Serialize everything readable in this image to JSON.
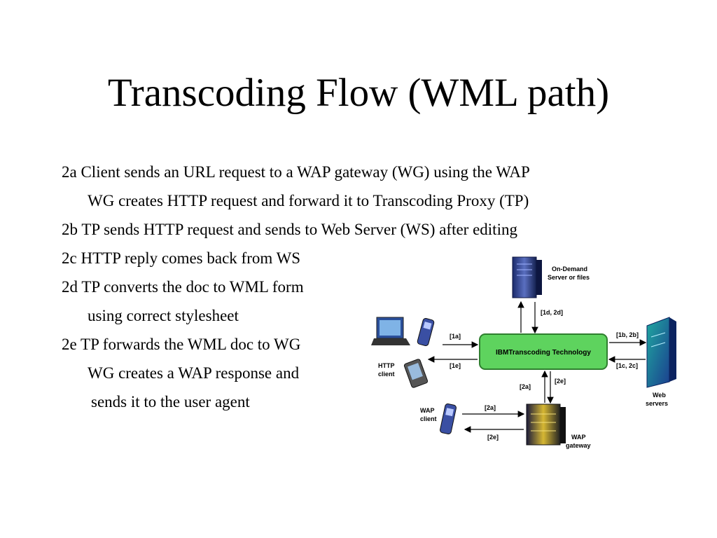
{
  "title": "Transcoding Flow (WML path)",
  "body_lines": [
    "2a Client sends an URL request to a WAP gateway (WG) using the WAP",
    "WG creates HTTP request and forward it to Transcoding Proxy (TP)",
    "2b TP sends HTTP request and sends to Web Server (WS) after editing",
    "2c HTTP reply comes back from WS",
    "2d TP converts the doc to WML form",
    "using correct stylesheet",
    "2e TP forwards the WML doc to WG",
    "WG creates a WAP response and",
    "sends it to the user agent"
  ],
  "diagram": {
    "center_box": "IBMTranscoding Technology",
    "nodes": {
      "on_demand_line1": "On-Demand",
      "on_demand_line2": "Server or files",
      "http_client_line1": "HTTP",
      "http_client_line2": "client",
      "web_servers_line1": "Web",
      "web_servers_line2": "servers",
      "wap_client_line1": "WAP",
      "wap_client_line2": "client",
      "wap_gateway_line1": "WAP",
      "wap_gateway_line2": "gateway"
    },
    "edge_labels": {
      "server": "[1d, 2d]",
      "http_out": "[1a]",
      "http_in": "[1e]",
      "web_out": "[1b, 2b]",
      "web_in": "[1c, 2c]",
      "gw_up": "[2a]",
      "gw_down": "[2e]",
      "wap_out": "[2a]",
      "wap_in": "[2e]"
    },
    "colors": {
      "center_box": "#5ed35e",
      "center_box_border": "#2f7f2f",
      "arrow": "#000000"
    }
  }
}
